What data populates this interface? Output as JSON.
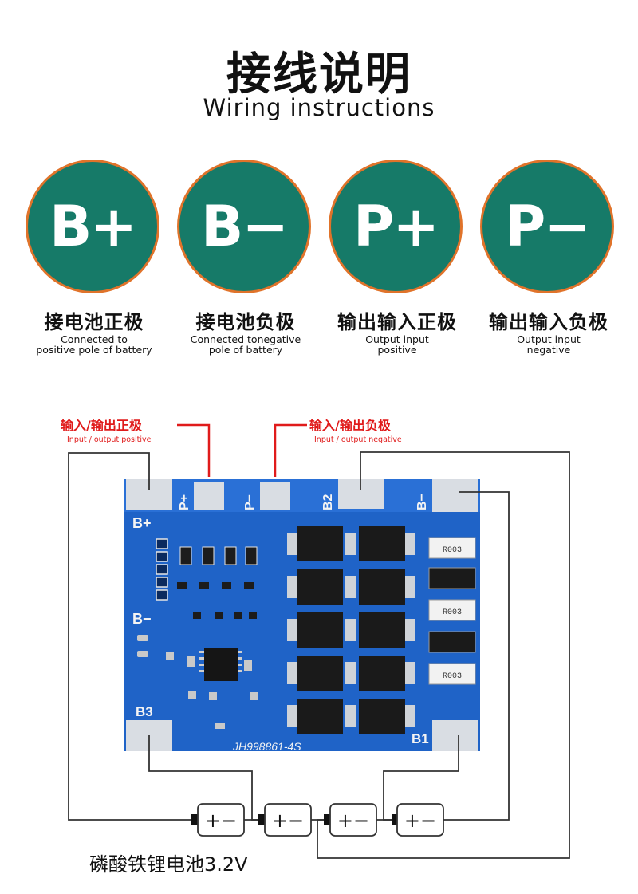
{
  "header": {
    "title_cn": "接线说明",
    "title_en": "Wiring instructions"
  },
  "terminals": [
    {
      "symbol": "B+",
      "label_cn": "接电池正极",
      "label_en_1": "Connected to",
      "label_en_2": "positive pole of battery"
    },
    {
      "symbol": "B−",
      "label_cn": "接电池负极",
      "label_en_1": "Connected tonegative",
      "label_en_2": "pole of battery"
    },
    {
      "symbol": "P+",
      "label_cn": "输出输入正极",
      "label_en_1": "Output input",
      "label_en_2": "positive"
    },
    {
      "symbol": "P−",
      "label_cn": "输出输入负极",
      "label_en_1": "Output input",
      "label_en_2": "negative"
    }
  ],
  "diagram": {
    "callout_positive_cn": "输入/输出正极",
    "callout_positive_en": "Input / output positive",
    "callout_negative_cn": "输入/输出负极",
    "callout_negative_en": "Input / output negative",
    "board_pad_labels": {
      "p_plus": "P+",
      "p_minus": "P−",
      "b2": "B2",
      "b_minus_top": "B−",
      "b_plus": "B+",
      "b_minus_side": "B−",
      "b3": "B3",
      "b1": "B1"
    },
    "board_model": "JH998861-4S",
    "resistor_label": "R003",
    "cell_symbol": "+−",
    "battery_label": "磷酸铁锂电池3.2V",
    "colors": {
      "circle_fill": "#167a68",
      "circle_ring": "#e0732a",
      "board_blue": "#1f63c7",
      "callout_red": "#e01b1b"
    }
  }
}
